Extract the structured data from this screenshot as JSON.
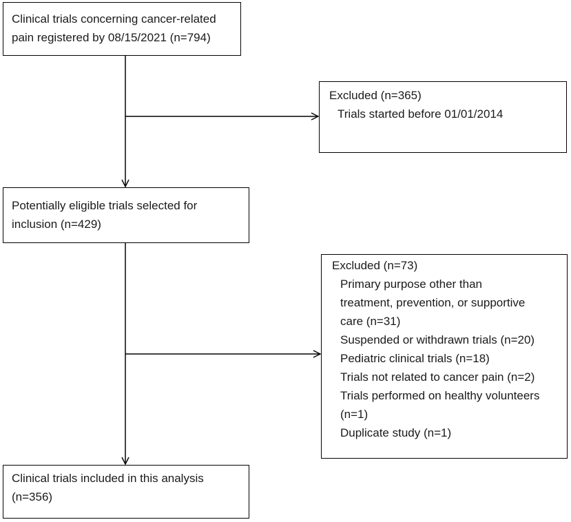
{
  "flow": {
    "registered": {
      "lines": [
        "Clinical trials concerning cancer-related",
        "pain registered by 08/15/2021 (n=794)"
      ]
    },
    "excluded_1": {
      "heading": "Excluded (n=365)",
      "items": [
        "Trials started before 01/01/2014"
      ]
    },
    "eligible": {
      "lines": [
        "Potentially eligible trials selected for",
        "inclusion (n=429)"
      ]
    },
    "excluded_2": {
      "heading": "Excluded (n=73)",
      "items": [
        "Primary purpose other than",
        "treatment, prevention, or supportive",
        "care (n=31)",
        "Suspended or withdrawn trials (n=20)",
        "Pediatric clinical trials (n=18)",
        "Trials not related to cancer pain (n=2)",
        "Trials performed on healthy volunteers",
        "(n=1)",
        "Duplicate study (n=1)"
      ]
    },
    "included": {
      "lines": [
        "Clinical trials included in this analysis",
        "(n=356)"
      ]
    }
  }
}
